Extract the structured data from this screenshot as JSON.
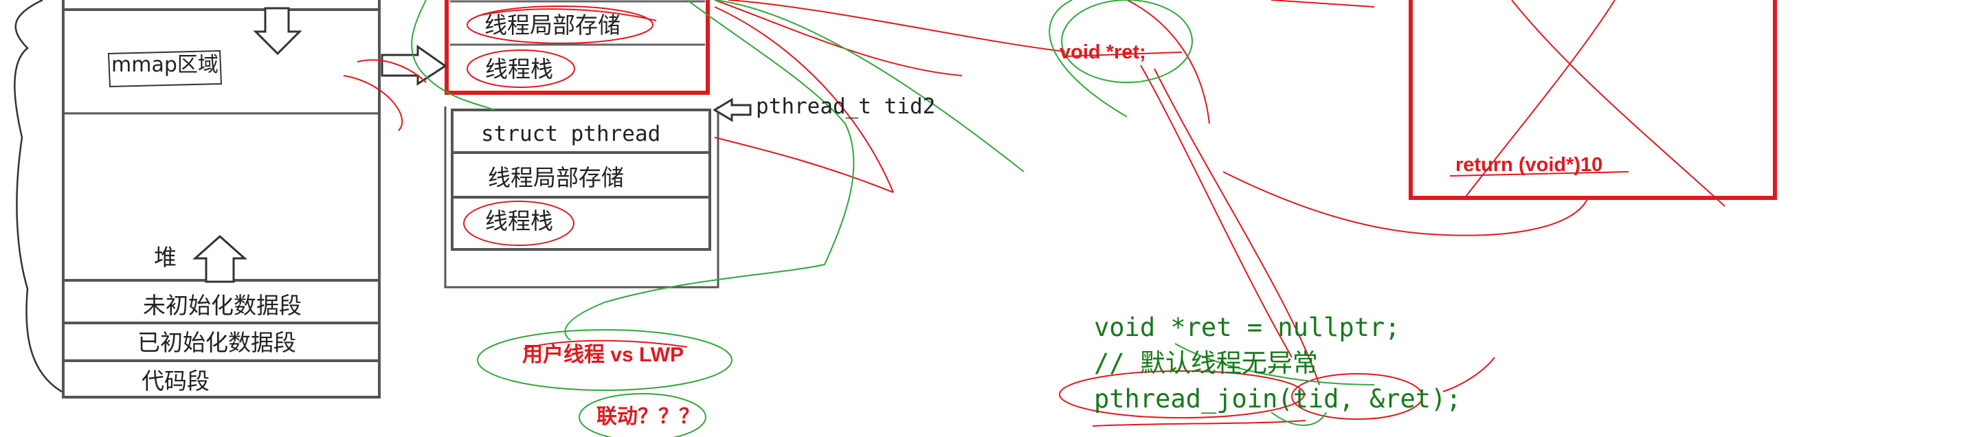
{
  "memory_layout": {
    "mmap": "mmap区域",
    "heap": "堆",
    "bss": "未初始化数据段",
    "data": "已初始化数据段",
    "text": "代码段"
  },
  "thread1": {
    "tls": "线程局部存储",
    "stack": "线程栈"
  },
  "thread2": {
    "tid_label": "pthread_t tid2",
    "struct": "struct pthread",
    "tls": "线程局部存储",
    "stack": "线程栈"
  },
  "annotations": {
    "user_thread_vs_lwp": "用户线程 vs LWP",
    "linkage": "联动？？？",
    "void_ret": "void *ret;",
    "return_value": "return (void*)10"
  },
  "code": {
    "line1": "void *ret = nullptr;",
    "line2": "// 默认线程无异常",
    "line3": "pthread_join(tid, &ret);"
  },
  "colors": {
    "red": "#e0191e",
    "green": "#2fa83a",
    "code_green": "#157a1a",
    "box_gray": "#555555"
  }
}
